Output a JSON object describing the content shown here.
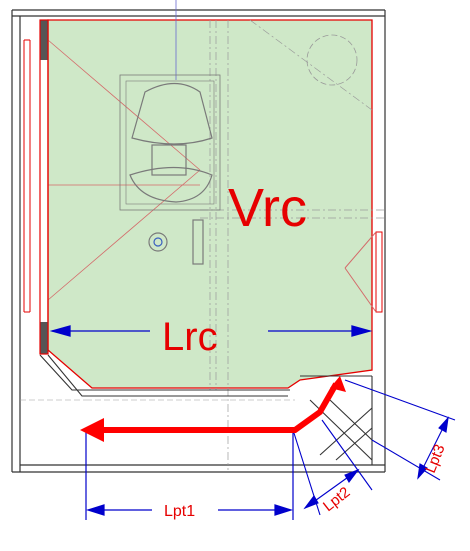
{
  "labels": {
    "volume": "Vrc",
    "length_main": "Lrc",
    "lpt1": "Lpt1",
    "lpt2": "Lpt2",
    "lpt3": "Lpt3"
  },
  "colors": {
    "room_fill": "#cfe8c8",
    "wall_red": "#e60000",
    "dim_blue": "#0000cc",
    "arrow_red": "#ff0000",
    "fixture_gray": "#8a8a8a"
  }
}
